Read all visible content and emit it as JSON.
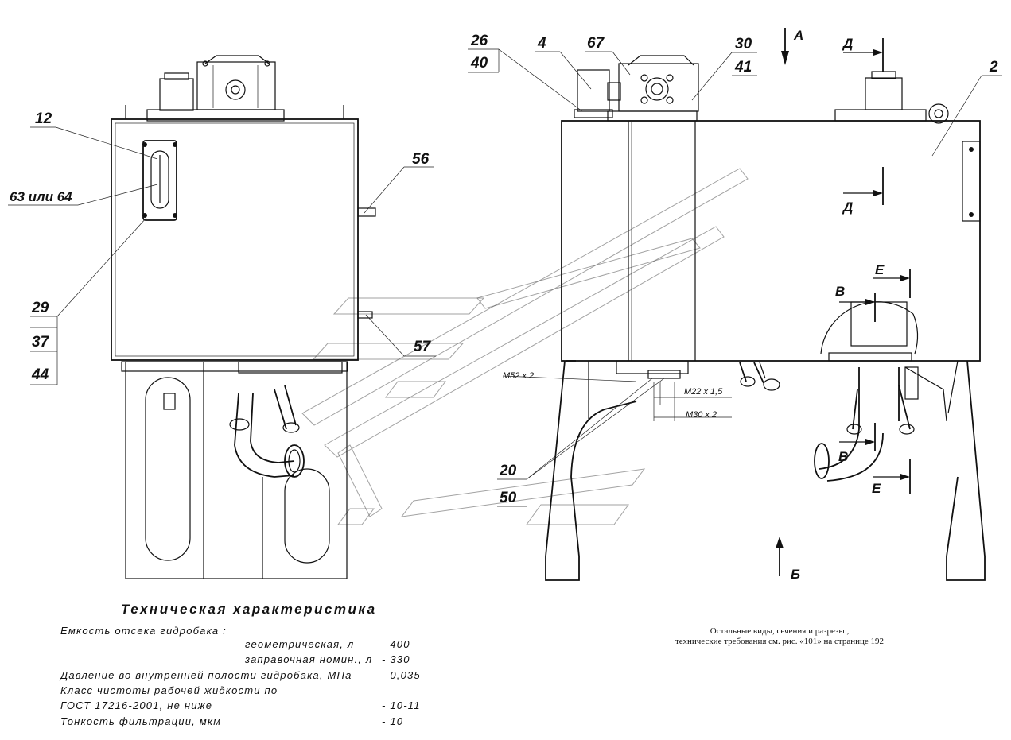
{
  "left_view": {
    "callouts": [
      "12",
      "63 или 64",
      "56",
      "29",
      "37",
      "44",
      "57"
    ]
  },
  "right_view": {
    "callouts_top": [
      "26",
      "40",
      "4",
      "67",
      "30",
      "41",
      "2"
    ],
    "view_arrows": [
      "А",
      "Б"
    ],
    "section_letters": [
      "Д",
      "Д",
      "Е",
      "Е",
      "В",
      "В"
    ],
    "threads": [
      "М52 х 2",
      "М22 х 1,5",
      "М30 х 2"
    ],
    "callouts_bottom": [
      "20",
      "50"
    ]
  },
  "spec": {
    "title": "Техническая характеристика",
    "rows": [
      {
        "label": "Емкость отсека гидробака :",
        "value": ""
      },
      {
        "label": "геометрическая, л",
        "value": "- 400"
      },
      {
        "label": "заправочная номин., л",
        "value": "- 330"
      },
      {
        "label": "Давление во внутренней полости гидробака, МПа",
        "value": "- 0,035"
      },
      {
        "label": "Класс чистоты рабочей жидкости по",
        "value": ""
      },
      {
        "label": "ГОСТ 17216-2001, не ниже",
        "value": "- 10-11"
      },
      {
        "label": "Тонкость фильтрации, мкм",
        "value": "- 10"
      }
    ]
  },
  "note": {
    "line1": "Остальные виды, сечения и разрезы ,",
    "line2": "технические требования см. рис. «101» на странице 192"
  }
}
